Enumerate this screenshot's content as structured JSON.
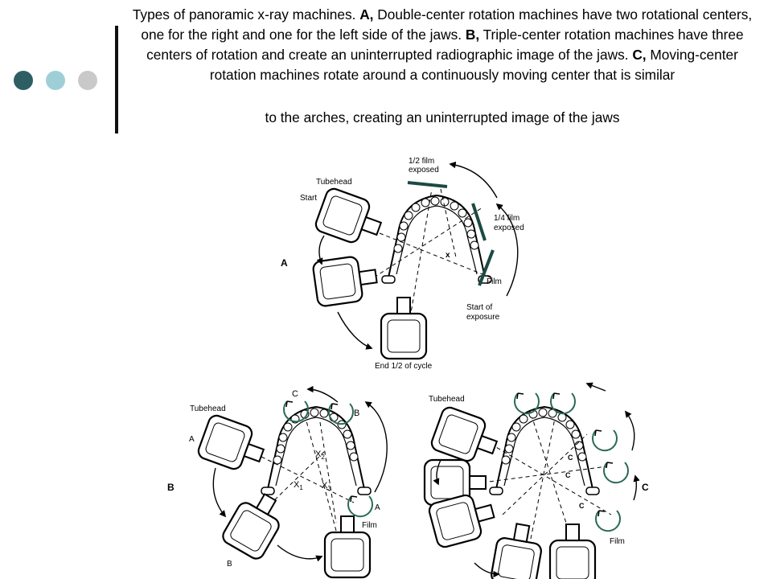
{
  "caption": {
    "intro": "Types of panoramic x-ray machines. ",
    "a_letter": "A,",
    "a_text": " Double-center rotation machines have two rotational centers, one for the right and one for the left side of the jaws. ",
    "b_letter": "B,",
    "b_text": " Triple-center rotation machines have three centers of rotation and create an uninterrupted radiographic image of the jaws. ",
    "c_letter": "C,",
    "c_text": " Moving-center rotation machines rotate around a continuously moving center that is similar",
    "last_line": "to the arches, creating an uninterrupted image of the jaws"
  },
  "colors": {
    "dot1": "#2e5e63",
    "dot2": "#9fcfd6",
    "dot3": "#c9c9c9",
    "film": "#1b4a44",
    "rotation": "#2a6a5a"
  },
  "figure_a": {
    "panel": "A",
    "tubehead": "Tubehead",
    "start": "Start",
    "half_film_1": "1/2 film",
    "half_film_2": "exposed",
    "quarter_film_1": "1/4 film",
    "quarter_film_2": "exposed",
    "film": "Film",
    "start_exposure_1": "Start of",
    "start_exposure_2": "exposure",
    "end_cycle": "End 1/2 of cycle",
    "center_mark": "x"
  },
  "figure_b": {
    "panel": "B",
    "tubehead": "Tubehead",
    "pos_a": "A",
    "pos_b": "B",
    "rot_c": "C",
    "rot_b": "B",
    "rot_a": "A",
    "film": "Film",
    "x1": "X",
    "x1_sub": "1",
    "x2": "X",
    "x2_sub": "2",
    "x3": "X",
    "x3_sub": "3"
  },
  "figure_c": {
    "panel": "C",
    "tubehead": "Tubehead",
    "film": "Film",
    "c_marks": [
      "C",
      "C",
      "C"
    ]
  }
}
